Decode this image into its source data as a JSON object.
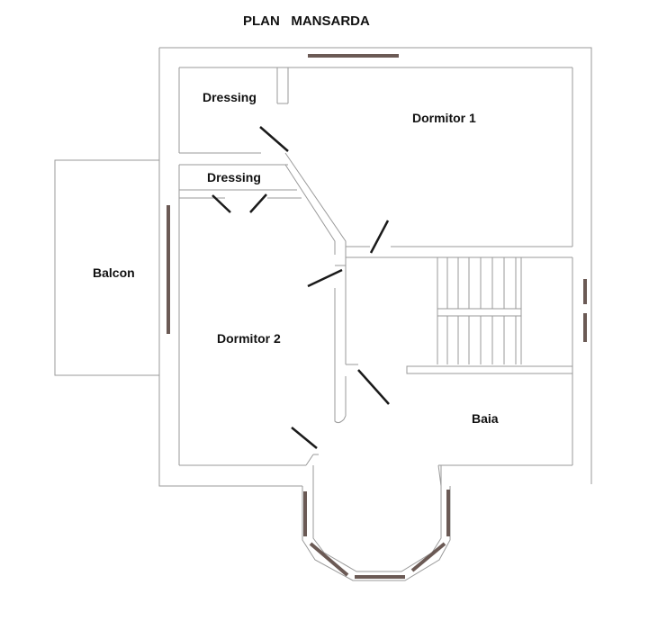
{
  "title": "PLAN   MANSARDA",
  "rooms": {
    "dressing_top": "Dressing",
    "dormitor_1": "Dormitor 1",
    "dressing_middle": "Dressing",
    "balcon": "Balcon",
    "dormitor_2": "Dormitor 2",
    "baia": "Baia"
  }
}
